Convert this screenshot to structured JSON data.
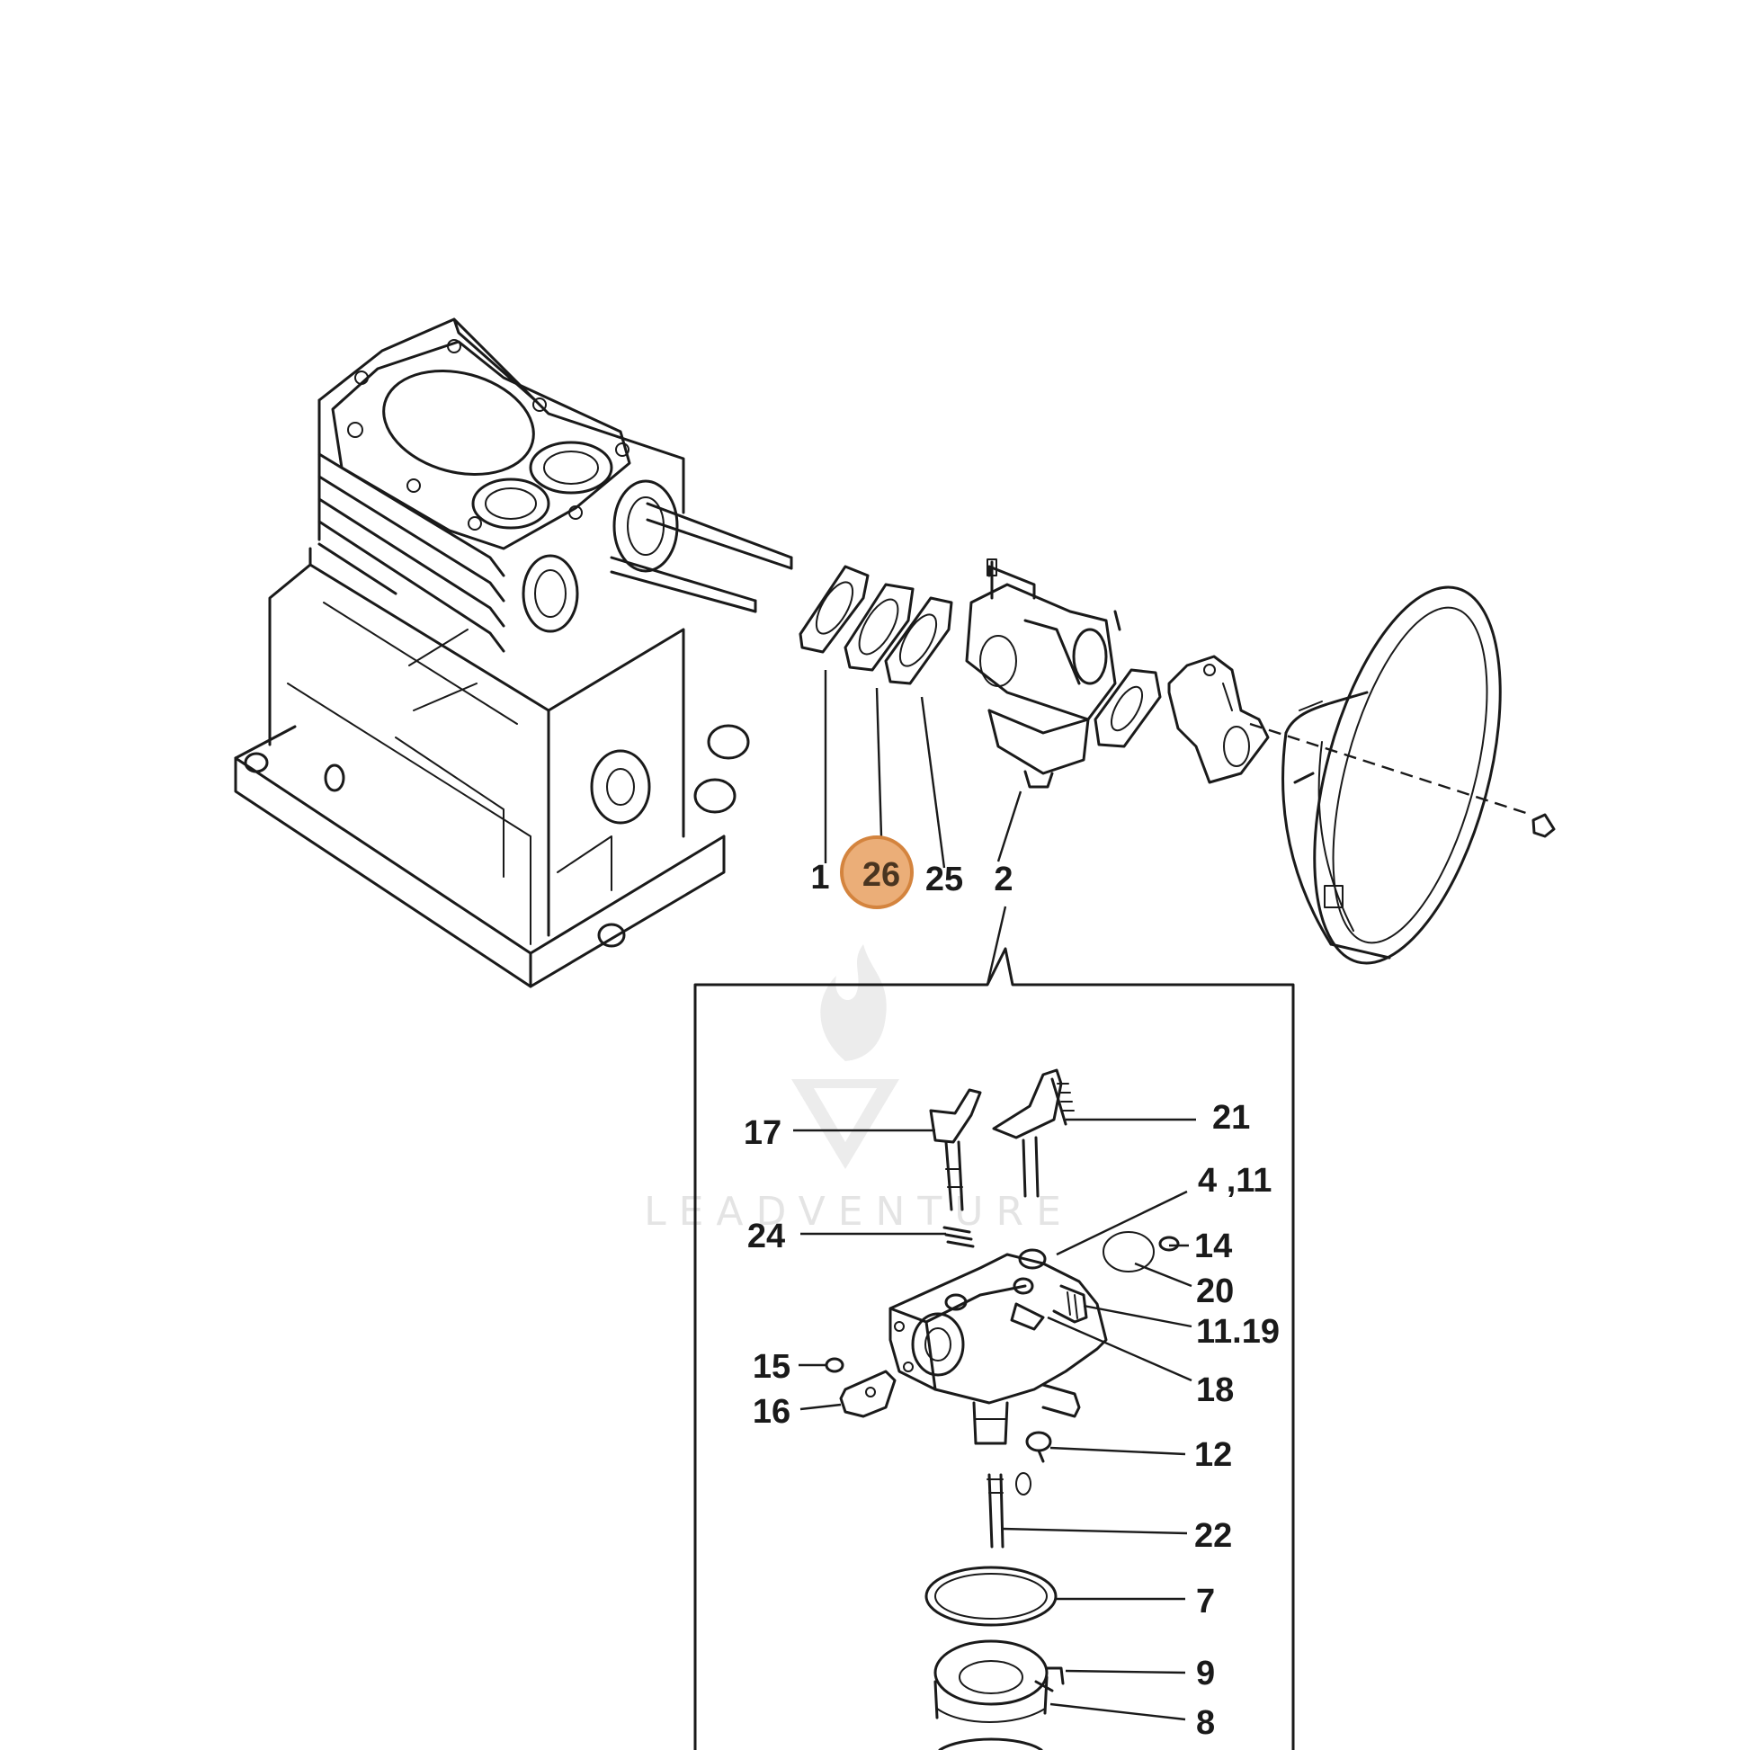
{
  "diagram": {
    "highlight_color": "#e8a060",
    "highlight_stroke": "#d4843e",
    "line_color": "#1a1a1a",
    "callouts": {
      "c1": "1",
      "c26": "26",
      "c25": "25",
      "c2": "2",
      "c17": "17",
      "c21": "21",
      "c4_11": "4 ,11",
      "c24": "24",
      "c14": "14",
      "c20": "20",
      "c11_19": "11.19",
      "c15": "15",
      "c18": "18",
      "c16": "16",
      "c12": "12",
      "c22": "22",
      "c7": "7",
      "c9": "9",
      "c8": "8"
    }
  },
  "watermark": {
    "brand": "LEADVENTURE"
  }
}
